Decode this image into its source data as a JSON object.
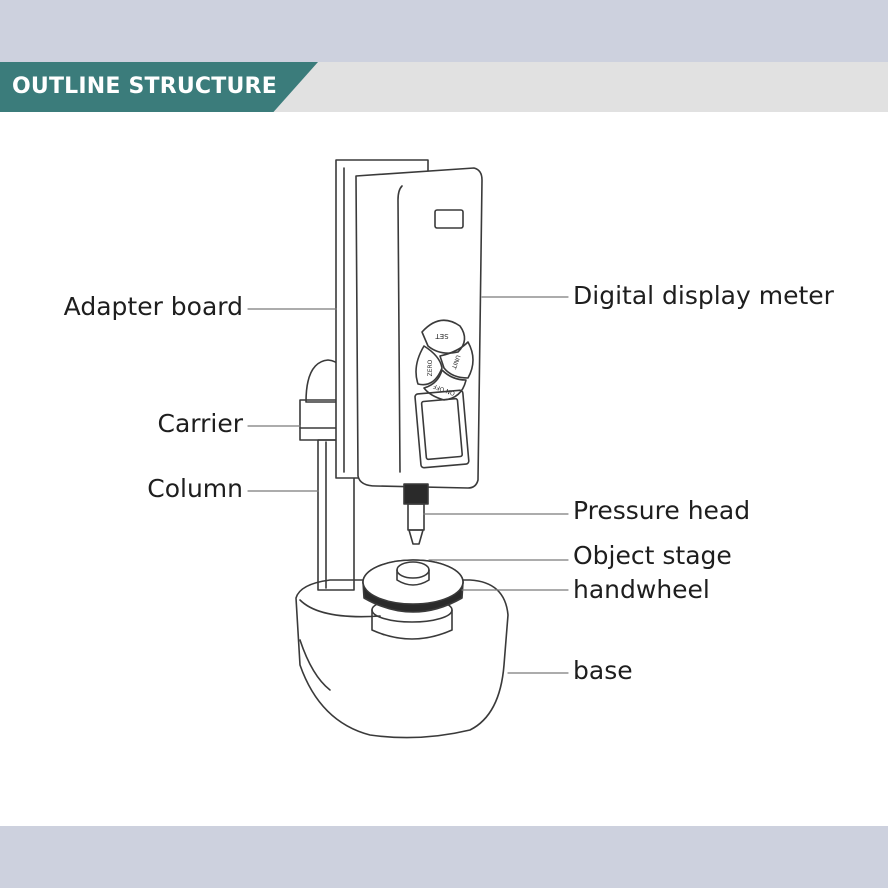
{
  "header": {
    "title": "OUTLINE STRUCTURE"
  },
  "colors": {
    "header_tab": "#3b7c7b",
    "band": "#cdd1de",
    "header_strip": "#e1e1e1"
  },
  "buttons": {
    "set": "SET",
    "unit": "UNIT",
    "zero": "ZERO",
    "on_off": "ON OFF"
  },
  "labels": {
    "adapter_board": "Adapter board",
    "carrier": "Carrier",
    "column": "Column",
    "digital_display_meter": "Digital display meter",
    "pressure_head": "Pressure head",
    "object_stage": "Object stage",
    "handwheel": "handwheel",
    "base": "base"
  }
}
